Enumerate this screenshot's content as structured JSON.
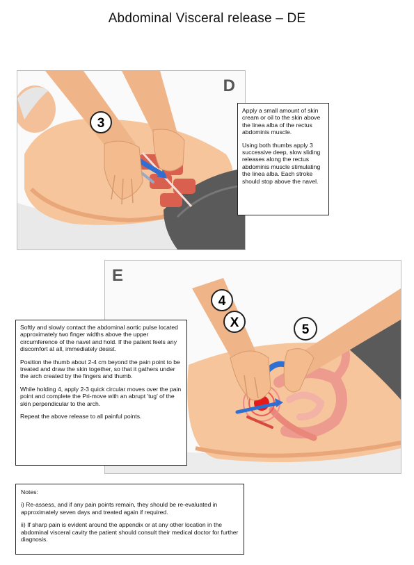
{
  "title": "Abdominal Visceral release – DE",
  "panel_d": {
    "letter": "D",
    "step_number": "3",
    "instructions": [
      "Apply a small amount of skin cream or oil to the skin above the linea alba of the rectus abdominis muscle.",
      "Using both thumbs apply 3 successive deep, slow sliding releases along the rectus abdominis muscle stimulating the linea alba. Each stroke should stop above the navel."
    ]
  },
  "panel_e": {
    "letter": "E",
    "step_numbers": [
      "4",
      "X",
      "5"
    ],
    "instructions": [
      "Softly and slowly contact the abdominal aortic pulse located approximately two finger widths above the upper circumference of the navel and hold. If the patient feels any discomfort at all, immediately desist.",
      "Position the thumb about 2-4 cm beyond the pain point to be treated and draw the skin together, so that it gathers under the arch created by the fingers and thumb.",
      "While holding 4, apply 2-3 quick circular moves over the pain point and complete the Pri-move with an abrupt 'tug' of the skin perpendicular to the arch.",
      "Repeat the above release to all painful points."
    ]
  },
  "notes": {
    "heading": "Notes:",
    "items": [
      "i) Re-assess, and if any pain points remain, they should be re-evaluated in approximately seven days and treated again if required.",
      "ii) If sharp pain is evident around the appendix or at any other location in the abdominal visceral cavity the patient should consult their medical doctor for further diagnosis."
    ]
  },
  "colors": {
    "skin": "#f6c59b",
    "skin_shadow": "#e9a679",
    "muscle": "#d9604f",
    "intestine": "#ee9b8f",
    "pain_point": "#e51b1b",
    "arrow_blue": "#2f6fd1",
    "cloth": "#5a5a5a"
  }
}
